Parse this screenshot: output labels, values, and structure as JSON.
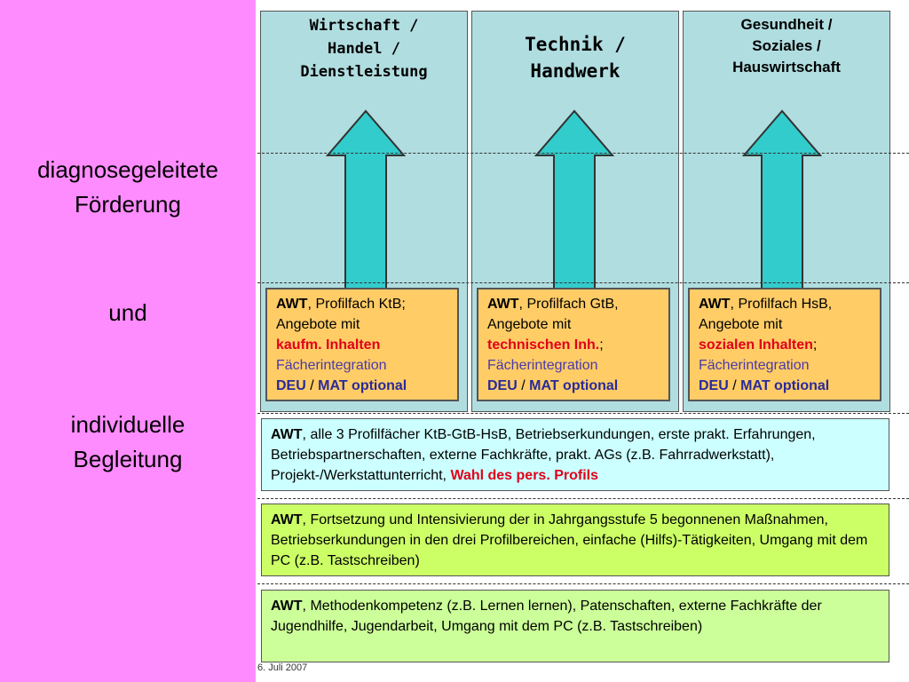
{
  "left_panel": {
    "line1": "diagnosegeleitete",
    "line2": "Förderung",
    "line3": "und",
    "line4": "individuelle",
    "line5": "Begleitung"
  },
  "columns": [
    {
      "title_lines": [
        "Wirtschaft /",
        "Handel /",
        "Dienstleistung"
      ],
      "box": {
        "awt": "AWT",
        "rest1": ", Profilfach KtB;",
        "line2": "Angebote mit",
        "highlight": "kaufm. Inhalten",
        "after_highlight": "",
        "line4": "Fächerintegration",
        "deu": "DEU",
        "slash": " / ",
        "mat": "MAT optional"
      }
    },
    {
      "title_lines": [
        "Technik /",
        "Handwerk"
      ],
      "box": {
        "awt": "AWT",
        "rest1": ", Profilfach GtB,",
        "line2": "Angebote mit",
        "highlight": "technischen Inh.",
        "after_highlight": ";",
        "line4": "Fächerintegration",
        "deu": "DEU",
        "slash": " / ",
        "mat": "MAT optional"
      }
    },
    {
      "title_lines": [
        "Gesundheit /",
        "Soziales /",
        "Hauswirtschaft"
      ],
      "box": {
        "awt": "AWT",
        "rest1": ", Profilfach HsB,",
        "line2": "Angebote mit",
        "highlight": "sozialen Inhalten",
        "after_highlight": ";",
        "line4": "Fächerintegration",
        "deu": "DEU",
        "slash": " / ",
        "mat": "MAT optional"
      }
    }
  ],
  "rows": {
    "r1": {
      "awt": "AWT",
      "text": ", alle 3 Profilfächer KtB-GtB-HsB, Betriebserkundungen, erste prakt. Erfahrungen, Betriebspartnerschaften, externe Fachkräfte, prakt. AGs (z.B. Fahrradwerkstatt), Projekt-/Werkstattunterricht, ",
      "highlight": "Wahl des pers. Profils"
    },
    "r2": {
      "awt": "AWT",
      "text": ", Fortsetzung und Intensivierung der in Jahrgangsstufe 5 begonnenen Maßnahmen, Betriebserkundungen in den drei Profilbereichen, einfache (Hilfs)-Tätigkeiten, Umgang mit dem PC (z.B. Tastschreiben)"
    },
    "r3": {
      "awt": "AWT",
      "text": ", Methodenkompetenz (z.B. Lernen lernen), Patenschaften, externe Fachkräfte der Jugendhilfe, Jugendarbeit, Umgang mit dem PC (z.B. Tastschreiben)"
    }
  },
  "footer": "6. Juli 2007",
  "colors": {
    "side": "#ff8cff",
    "column": "#b0dde0",
    "orange_box": "#ffcc66",
    "row1": "#ccffff",
    "row2": "#ccff66",
    "row3": "#ccff99",
    "arrow": "#33cccc",
    "red": "#e0001a"
  }
}
